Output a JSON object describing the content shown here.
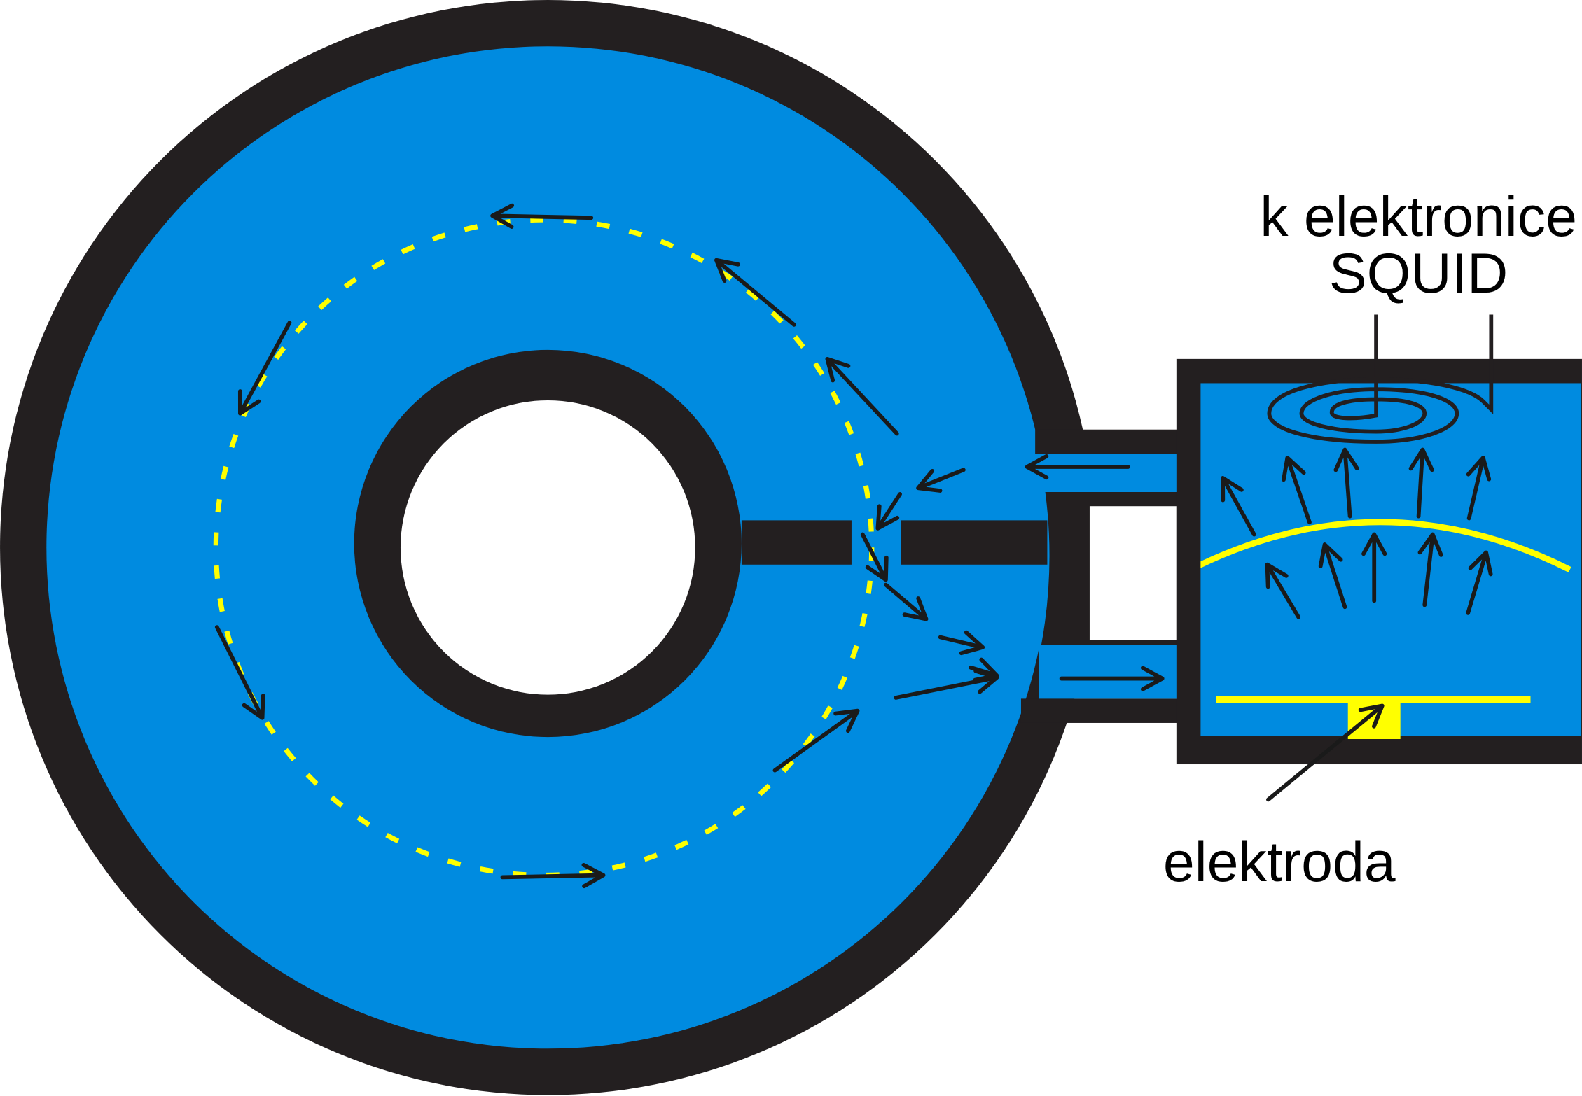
{
  "labels": {
    "squid_line1": "k elektronice",
    "squid_line2": "SQUID",
    "electrode": "elektroda"
  },
  "colors": {
    "helium": "#008be0",
    "wall": "#231f20",
    "flow": "#ffff00",
    "background": "#ffffff",
    "arrow": "#1a1a1a"
  }
}
